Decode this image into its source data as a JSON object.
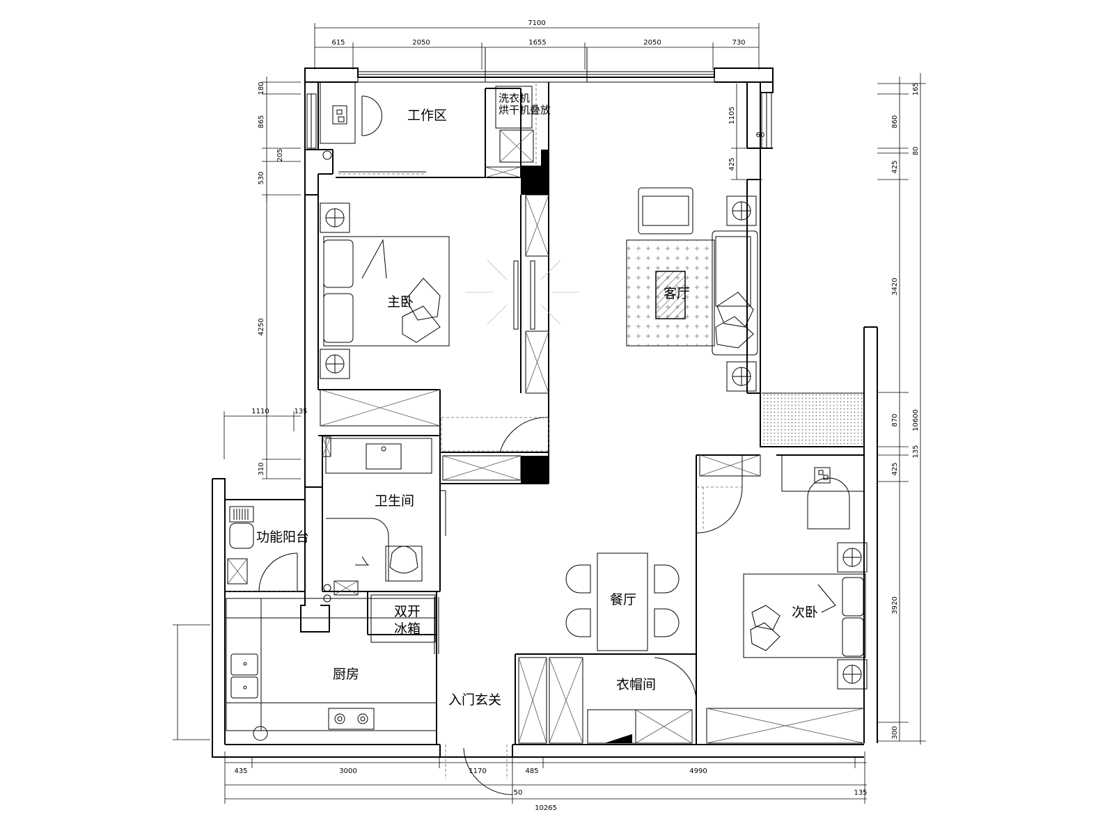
{
  "rooms": {
    "work_area": "工作区",
    "laundry_1": "洗衣机",
    "laundry_2": "烘干机叠放",
    "master_bedroom": "主卧",
    "living_room": "客厅",
    "bathroom": "卫生间",
    "utility_balcony": "功能阳台",
    "fridge_1": "双开",
    "fridge_2": "冰箱",
    "kitchen": "厨房",
    "dining_room": "餐厅",
    "second_bedroom": "次卧",
    "cloakroom": "衣帽间",
    "entrance": "入门玄关"
  },
  "dimensions": {
    "top_total": "7100",
    "top_1": "615",
    "top_2": "2050",
    "top_3": "1655",
    "top_4": "2050",
    "top_5": "730",
    "left_1": "180",
    "left_2": "865",
    "left_3": "205",
    "left_4": "530",
    "left_5": "4250",
    "left_6": "310",
    "left_bal_1": "1110",
    "left_bal_2": "135",
    "inner_1": "1105",
    "inner_2": "60",
    "inner_3": "425",
    "right_1": "165",
    "right_2": "860",
    "right_3": "80",
    "right_4": "425",
    "right_5": "3420",
    "right_6": "870",
    "right_7": "135",
    "right_8": "425",
    "right_9": "3920",
    "right_10": "300",
    "right_total": "10600",
    "bottom_1": "435",
    "bottom_2": "3000",
    "bottom_3": "1170",
    "bottom_4": "485",
    "bottom_5": "4990",
    "bottom_6": "50",
    "bottom_7": "135",
    "bottom_total": "10265"
  }
}
